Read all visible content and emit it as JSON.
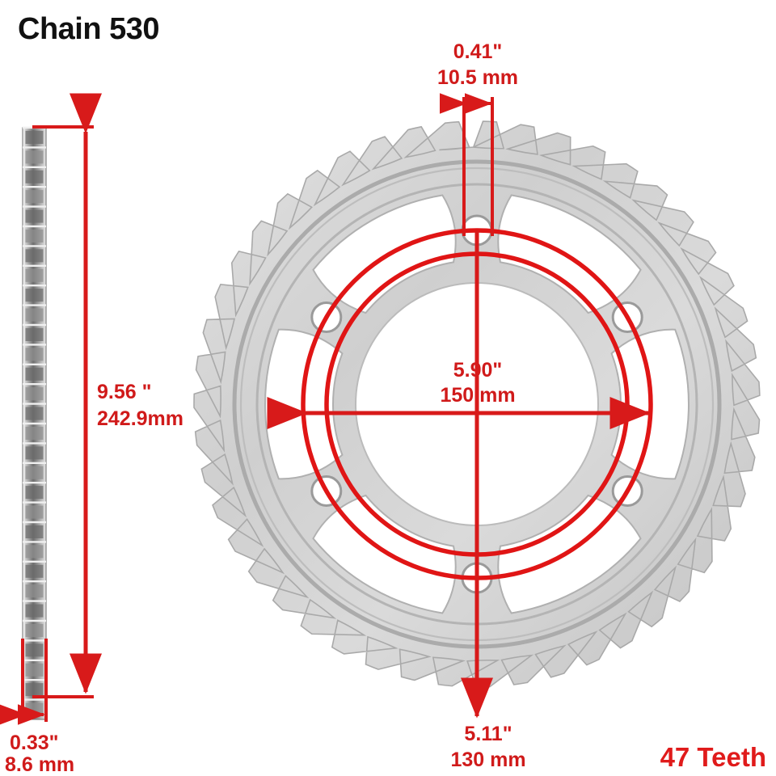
{
  "title": "Chain 530",
  "chain": {
    "length_label_in": "9.56 \"",
    "length_label_mm": "242.9mm",
    "width_label_in": "0.33\"",
    "width_label_mm": "8.6 mm"
  },
  "sprocket": {
    "roller_label_in": "0.41\"",
    "roller_label_mm": "10.5 mm",
    "bolt_circle_label_in": "5.90\"",
    "bolt_circle_label_mm": "150 mm",
    "inner_label_in": "5.11\"",
    "inner_label_mm": "130 mm",
    "teeth_label": "47 Teeth",
    "teeth_count": 47,
    "bolt_holes": 6,
    "cutouts": 6
  },
  "colors": {
    "dimension_red": "#D81A1A",
    "teeth_red": "#E01B1B",
    "title_black": "#111111",
    "metal_light": "#DCDCDC",
    "metal_mid": "#C4C4C4",
    "metal_dark": "#9E9E9E",
    "background": "#FFFFFF"
  }
}
